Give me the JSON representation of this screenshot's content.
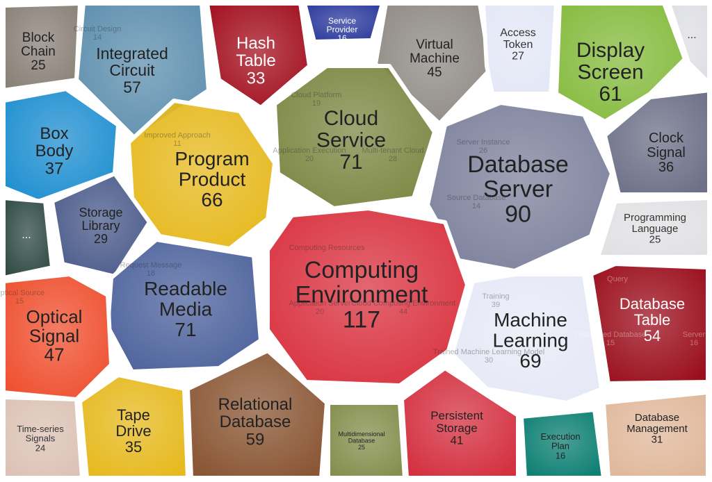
{
  "chart_data": {
    "type": "voronoi-treemap",
    "cells": [
      {
        "label": "Block Chain",
        "value": 25,
        "color": "#8a8178",
        "text": "#222"
      },
      {
        "label": "Integrated Circuit",
        "value": 57,
        "color": "#5e8fae",
        "text": "#222",
        "children": [
          {
            "label": "Circuit Design",
            "value": 14
          }
        ]
      },
      {
        "label": "Hash Table",
        "value": 33,
        "color": "#a3101f",
        "text": "#fff"
      },
      {
        "label": "Service Provider",
        "value": 16,
        "color": "#2b3a9c",
        "text": "#fff"
      },
      {
        "label": "Virtual Machine",
        "value": 45,
        "color": "#8f8a84",
        "text": "#222"
      },
      {
        "label": "Access Token",
        "value": 27,
        "color": "#e4e7f6",
        "text": "#333"
      },
      {
        "label": "Display Screen",
        "value": 61,
        "color": "#86bb3f",
        "text": "#222"
      },
      {
        "label": "...",
        "value": null,
        "color": "#dedfe4",
        "text": "#333"
      },
      {
        "label": "Box Body",
        "value": 37,
        "color": "#1f8fd0",
        "text": "#222"
      },
      {
        "label": "Program Product",
        "value": 66,
        "color": "#e6b91e",
        "text": "#222",
        "children": [
          {
            "label": "Improved Approach",
            "value": 11
          }
        ]
      },
      {
        "label": "Cloud Service",
        "value": 71,
        "color": "#7c8743",
        "text": "#222",
        "children": [
          {
            "label": "Cloud Platform",
            "value": 19
          },
          {
            "label": "Application Execution",
            "value": 20
          },
          {
            "label": "Multi-tenant Cloud",
            "value": 28
          }
        ]
      },
      {
        "label": "Database Server",
        "value": 90,
        "color": "#7d819c",
        "text": "#222",
        "children": [
          {
            "label": "Server Instance",
            "value": 26
          },
          {
            "label": "Source Database",
            "value": 14
          }
        ]
      },
      {
        "label": "Clock Signal",
        "value": 36,
        "color": "#6d7088",
        "text": "#222"
      },
      {
        "label": "Programming Language",
        "value": 25,
        "color": "#e1e1e4",
        "text": "#333"
      },
      {
        "label": "...",
        "value": null,
        "color": "#2f4a44",
        "text": "#fff"
      },
      {
        "label": "Storage Library",
        "value": 29,
        "color": "#4a5a8a",
        "text": "#222"
      },
      {
        "label": "Readable Media",
        "value": 71,
        "color": "#4e639d",
        "text": "#222",
        "children": [
          {
            "label": "Request Message",
            "value": 16
          }
        ]
      },
      {
        "label": "Computing Environment",
        "value": 117,
        "color": "#d93340",
        "text": "#222",
        "children": [
          {
            "label": "Computing Resources",
            "value": null
          },
          {
            "label": "Application Server",
            "value": 20
          },
          {
            "label": "Cloud Computing Environment",
            "value": 44
          }
        ]
      },
      {
        "label": "Machine Learning",
        "value": 69,
        "color": "#e6e9f6",
        "text": "#222",
        "children": [
          {
            "label": "Training",
            "value": 39
          },
          {
            "label": "Trained Machine Learning Model",
            "value": 30
          }
        ]
      },
      {
        "label": "Database Table",
        "value": 54,
        "color": "#9b0f1d",
        "text": "#fff",
        "children": [
          {
            "label": "Query",
            "value": null
          },
          {
            "label": "Distributed Database",
            "value": 15
          },
          {
            "label": "Server",
            "value": 16
          }
        ]
      },
      {
        "label": "Optical Signal",
        "value": 47,
        "color": "#ef5030",
        "text": "#222",
        "children": [
          {
            "label": "Optical Source",
            "value": 15
          }
        ]
      },
      {
        "label": "Time-series Signals",
        "value": 24,
        "color": "#dcc2b5",
        "text": "#333"
      },
      {
        "label": "Tape Drive",
        "value": 35,
        "color": "#e6b91e",
        "text": "#222"
      },
      {
        "label": "Relational Database",
        "value": 59,
        "color": "#8a5634",
        "text": "#222"
      },
      {
        "label": "Multidimensional Database",
        "value": 25,
        "color": "#848f4e",
        "text": "#222"
      },
      {
        "label": "Persistent Storage",
        "value": 41,
        "color": "#d43040",
        "text": "#222"
      },
      {
        "label": "Execution Plan",
        "value": 16,
        "color": "#0d7f73",
        "text": "#222"
      },
      {
        "label": "Database Management",
        "value": 31,
        "color": "#e0b89b",
        "text": "#222"
      }
    ]
  }
}
